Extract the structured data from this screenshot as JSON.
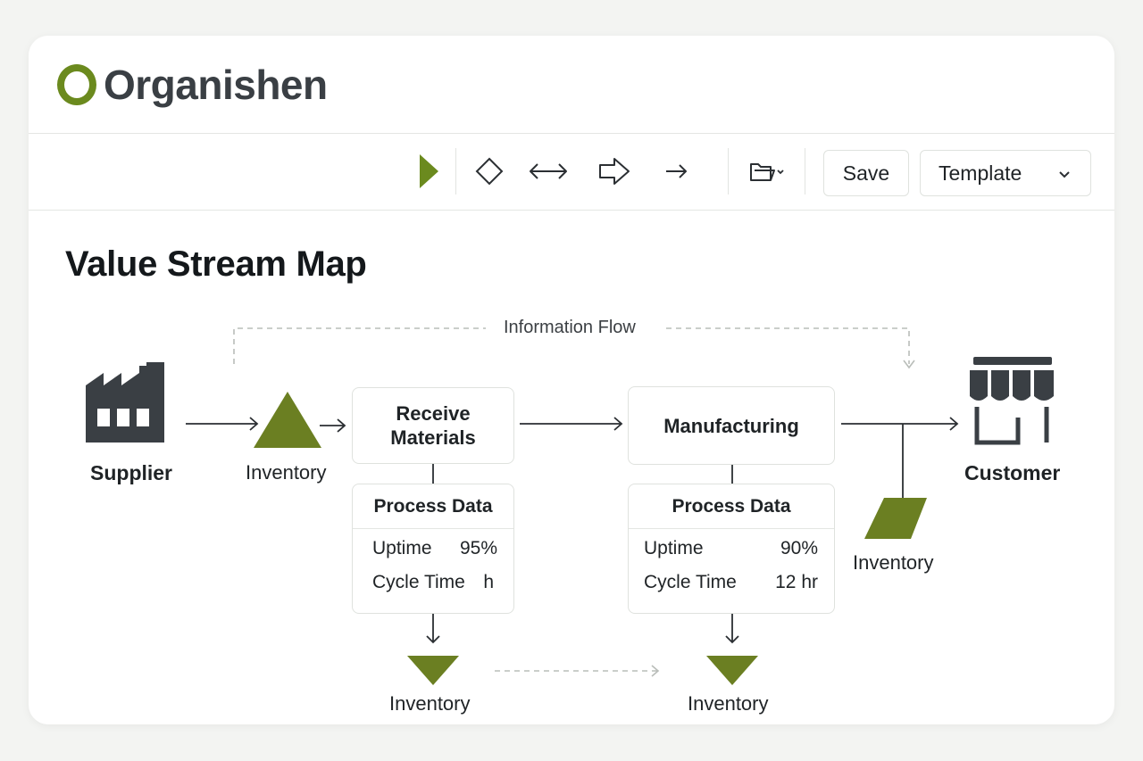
{
  "brand": {
    "name": "Organishen"
  },
  "toolbar": {
    "tools": [
      {
        "name": "pointer",
        "icon": "play-triangle-icon"
      },
      {
        "name": "decision",
        "icon": "diamond-icon"
      },
      {
        "name": "bidirectional",
        "icon": "double-arrow-icon"
      },
      {
        "name": "push",
        "icon": "push-arrow-icon"
      },
      {
        "name": "flow",
        "icon": "arrow-right-icon"
      },
      {
        "name": "open",
        "icon": "folder-icon"
      }
    ],
    "save_label": "Save",
    "template_label": "Template"
  },
  "page": {
    "title": "Value Stream Map"
  },
  "map": {
    "information_flow_label": "Information Flow",
    "supplier": {
      "label": "Supplier",
      "icon": "factory-icon"
    },
    "customer": {
      "label": "Customer",
      "icon": "store-icon"
    },
    "inventory_label": "Inventory",
    "processes": [
      {
        "name": "Receive Materials",
        "data_title": "Process Data",
        "rows": [
          {
            "label": "Uptime",
            "value": "95%"
          },
          {
            "label": "Cycle Time",
            "value": "h"
          }
        ]
      },
      {
        "name": "Manufacturing",
        "data_title": "Process Data",
        "rows": [
          {
            "label": "Uptime",
            "value": "90%"
          },
          {
            "label": "Cycle Time",
            "value": "12 hr"
          }
        ]
      }
    ]
  },
  "colors": {
    "accent": "#6b8a1e",
    "icon_dark": "#3a3f44",
    "border": "#dfe2de"
  }
}
